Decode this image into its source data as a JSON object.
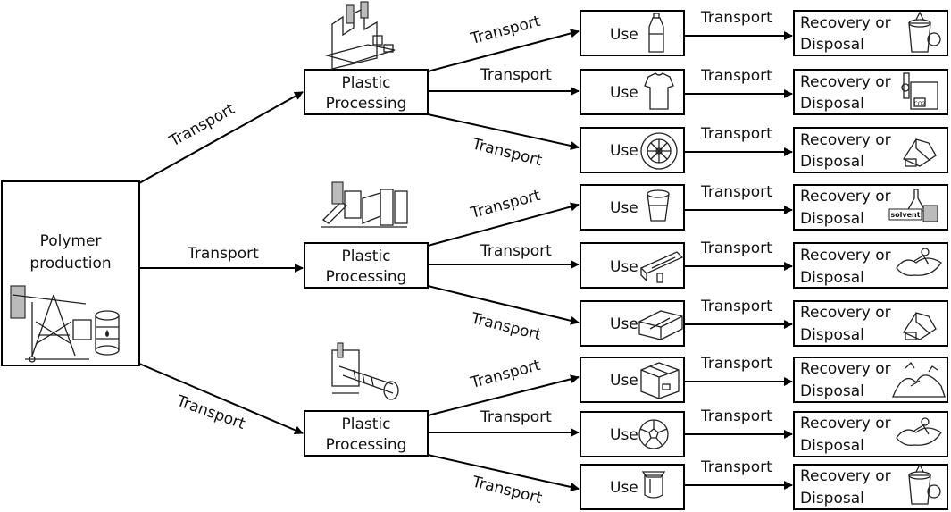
{
  "diagram": {
    "polymer_box": {
      "line1": "Polymer",
      "line2": "production"
    },
    "processing_label": {
      "line1": "Plastic",
      "line2": "Processing"
    },
    "use_label": "Use",
    "recovery_label": {
      "line1": "Recovery or",
      "line2": "Disposal"
    },
    "transport_label": "Transport",
    "solvent_label": "solvent",
    "co2_label": "CO2"
  }
}
